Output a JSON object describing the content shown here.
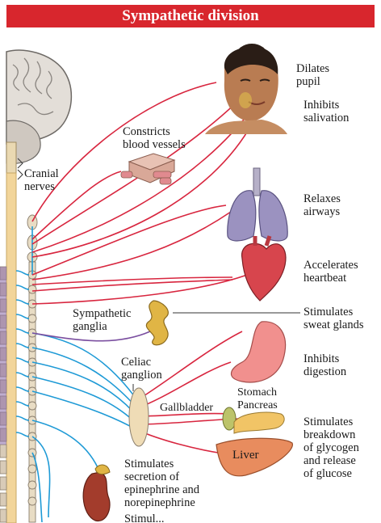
{
  "title": "Sympathetic division",
  "labels": {
    "cranial_nerves": "Cranial\nnerves",
    "sympathetic_ganglia": "Sympathetic\nganglia",
    "celiac_ganglion": "Celiac\nganglion",
    "gallbladder": "Gallbladder",
    "stomach": "Stomach",
    "pancreas": "Pancreas",
    "liver": "Liver",
    "constricts_vessels": "Constricts\nblood vessels",
    "adrenal": "Stimulates\nsecretion of\nepinephrine and\nnorepinephrine",
    "adrenal_cut": "Stimul..."
  },
  "effects": [
    "Dilates\npupil",
    "Inhibits\nsalivation",
    "Relaxes\nairways",
    "Accelerates\nheartbeat",
    "Stimulates\nsweat glands",
    "Inhibits\ndigestion",
    "Stimulates\nbreakdown\nof glycogen\nand release\nof glucose"
  ],
  "colors": {
    "title_bg": "#d8262d",
    "preganglionic": "#1e9ad6",
    "postganglionic": "#d8263f",
    "sweat_gland_nerve": "#7b4fa0",
    "spinal_cord": "#f2d59a"
  }
}
